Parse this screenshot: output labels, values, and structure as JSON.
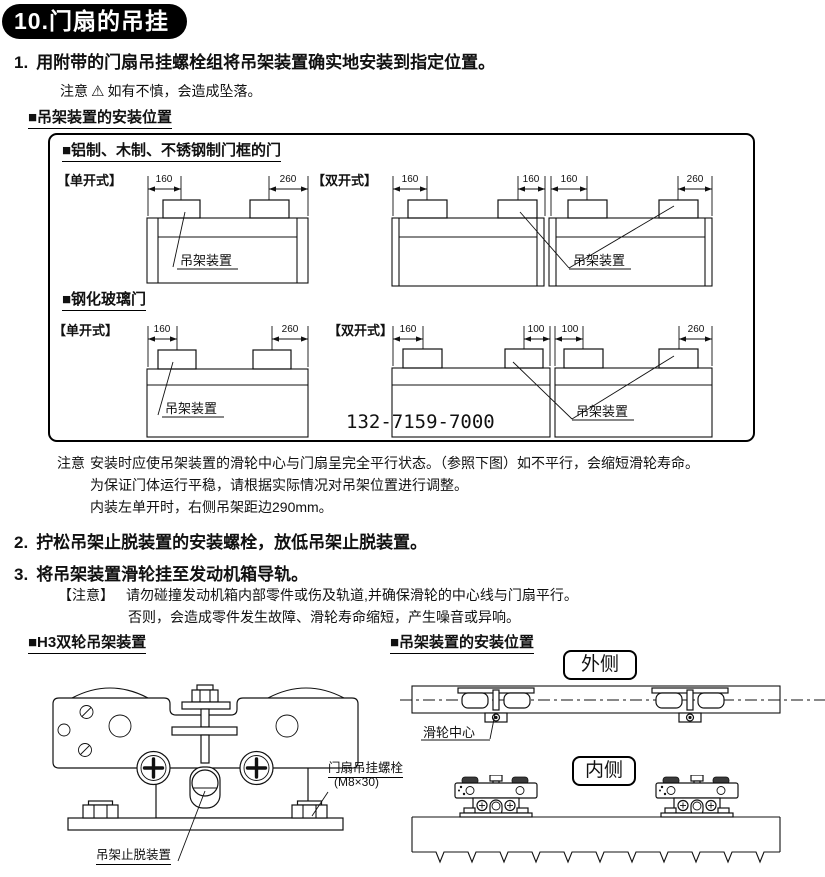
{
  "colors": {
    "ink": "#111111",
    "paper": "#ffffff",
    "badge_bg": "#000000"
  },
  "badge": {
    "title": "10.门扇的吊挂"
  },
  "steps": [
    {
      "num": "1.",
      "text": "用附带的门扇吊挂螺栓组将吊架装置确实地安装到指定位置。"
    },
    {
      "num": "2.",
      "text": "拧松吊架止脱装置的安装螺栓，放低吊架止脱装置。"
    },
    {
      "num": "3.",
      "text": "将吊架装置滑轮挂至发动机箱导轨。"
    }
  ],
  "step1_caution": {
    "label": "注意",
    "icon": "⚠",
    "text": "如有不慎，会造成坠落。"
  },
  "install": {
    "heading": "■吊架装置的安装位置",
    "frame_heading": "■铝制、木制、不锈钢制门框的门",
    "glass_heading": "■钢化玻璃门",
    "single_label": "【单开式】",
    "double_label": "【双开式】",
    "hanger_label": "吊架装置",
    "dims": {
      "frame_single": [
        "160",
        "260"
      ],
      "frame_double": [
        "160",
        "160",
        "160",
        "260"
      ],
      "glass_single": [
        "160",
        "260"
      ],
      "glass_double": [
        "160",
        "100",
        "100",
        "260"
      ]
    },
    "watermark": "132-7159-7000"
  },
  "note1": {
    "label": "注意",
    "lines": [
      "安装时应使吊架装置的滑轮中心与门扇呈完全平行状态。（参照下图）如不平行，会缩短滑轮寿命。",
      "为保证门体运行平稳，请根据实际情况对吊架位置进行调整。",
      "内装左单开时，右侧吊架距边290mm。"
    ]
  },
  "note3": {
    "label": "【注意】",
    "lines": [
      "请勿碰撞发动机箱内部零件或伤及轨道,并确保滑轮的中心线与门扇平行。",
      "否则，会造成零件发生故障、滑轮寿命缩短，产生噪音或异响。"
    ]
  },
  "bottom": {
    "left_heading": "■H3双轮吊架装置",
    "right_heading": "■吊架装置的安装位置",
    "outside_label": "外侧",
    "inside_label": "内侧",
    "wheel_center_label": "滑轮中心",
    "bolt_label": "门扇吊挂螺栓",
    "bolt_spec": "(M8×30)",
    "stopper_label": "吊架止脱装置"
  }
}
